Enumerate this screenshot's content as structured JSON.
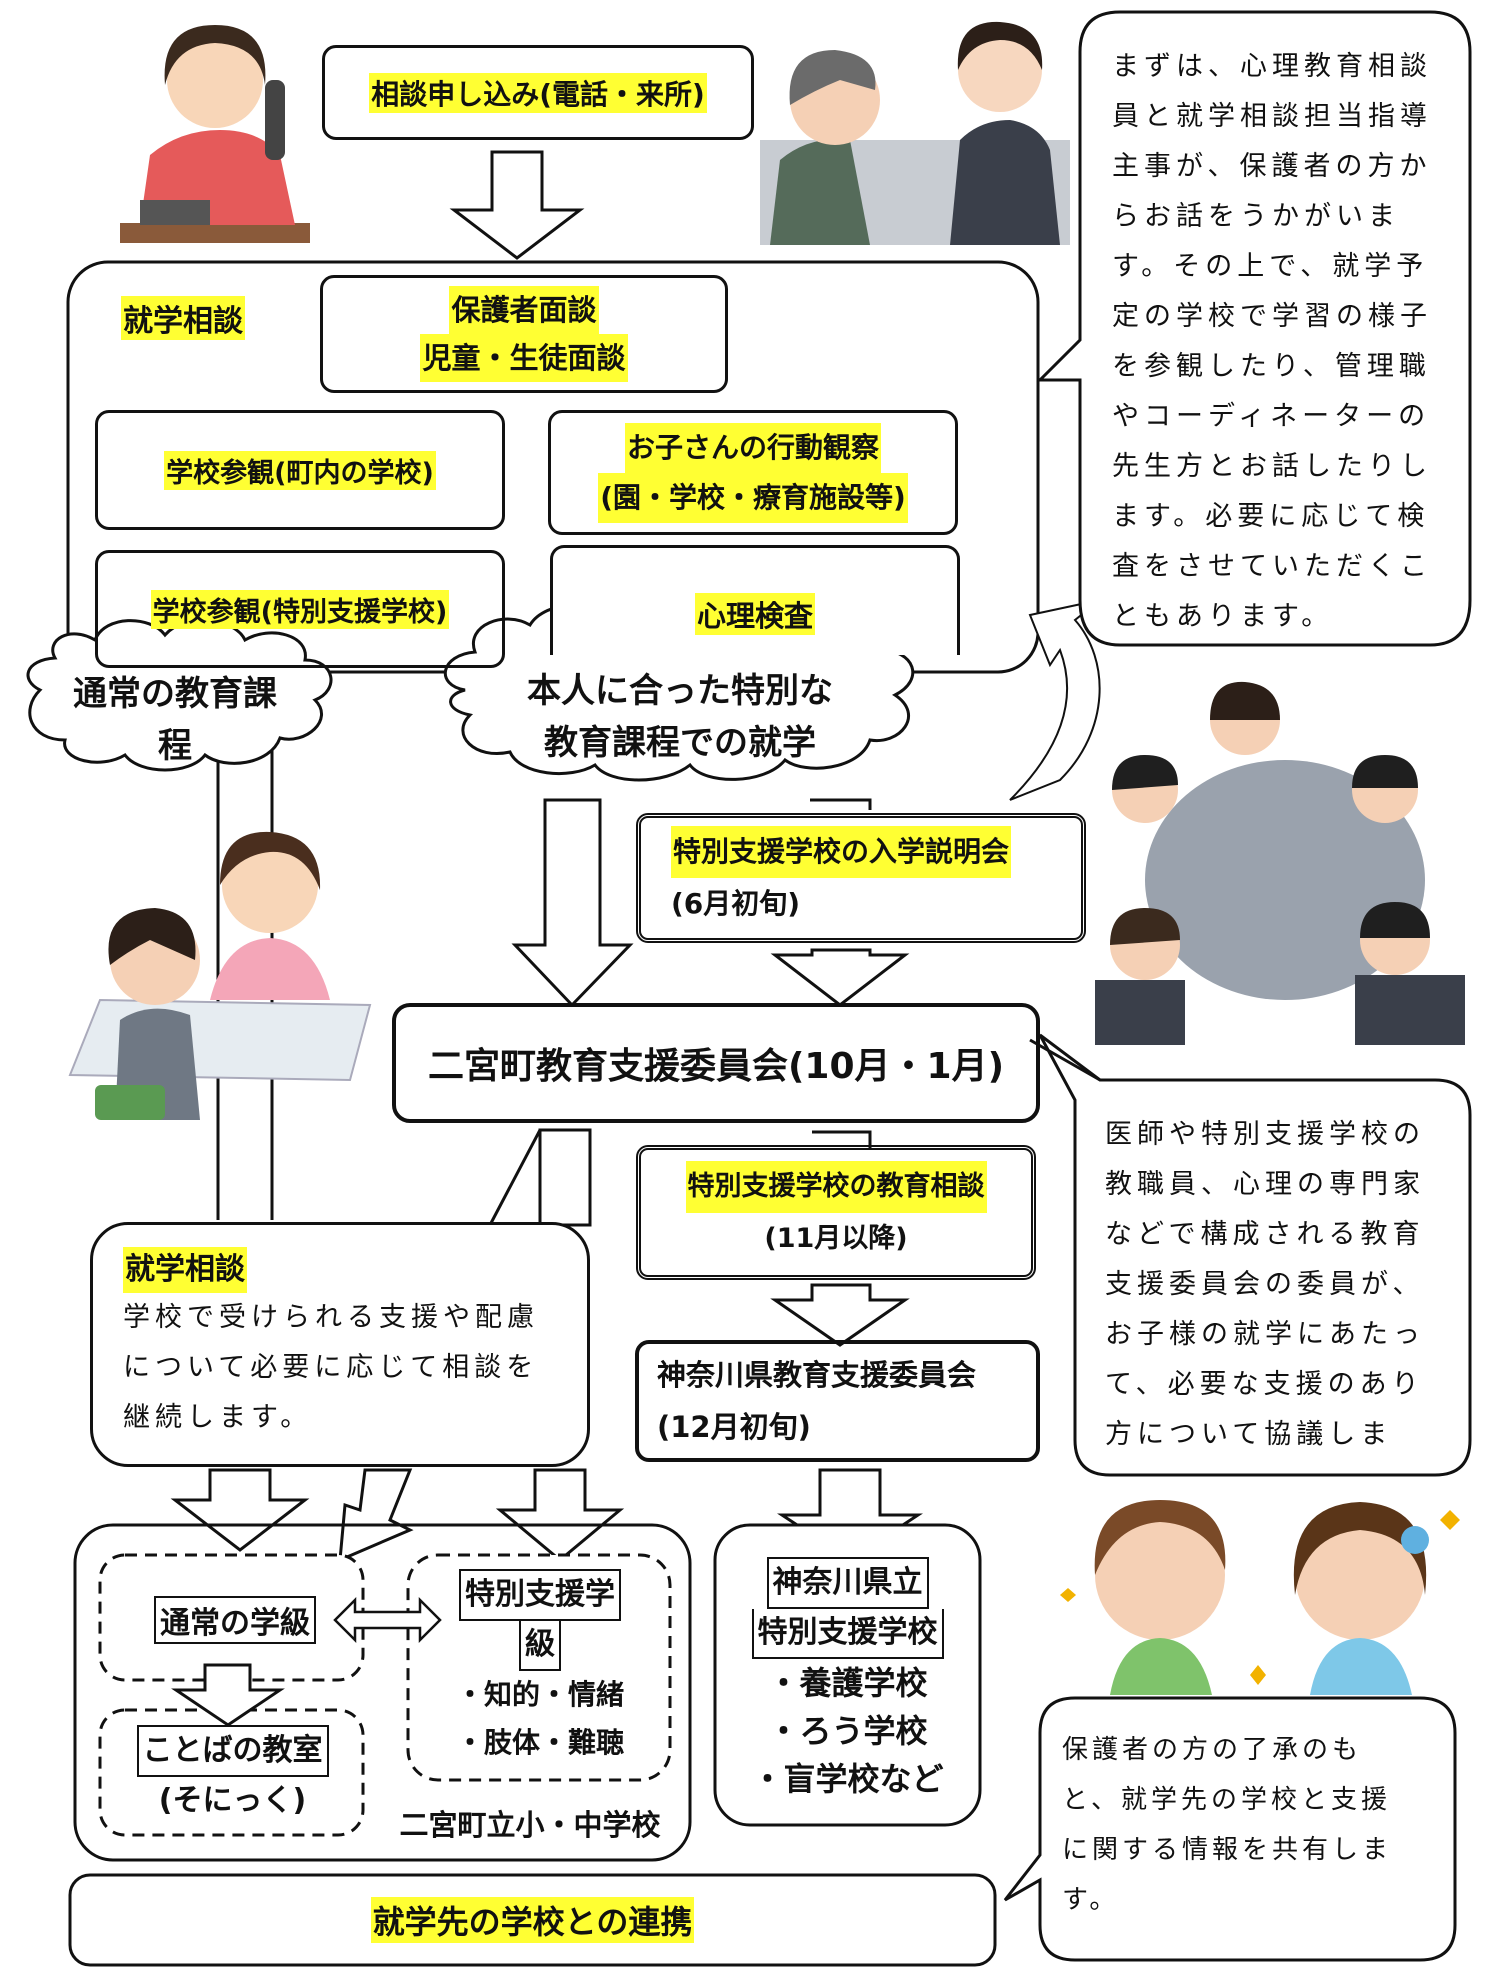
{
  "consult_request": "相談申し込み(電話・来所)",
  "shugaku_title": "就学相談",
  "interview": {
    "line1": "保護者面談",
    "line2": "児童・生徒面談"
  },
  "visit_local": "学校参観(町内の学校)",
  "observation": {
    "line1": "お子さんの行動観察",
    "line2": "(園・学校・療育施設等)"
  },
  "visit_special": "学校参観(特別支援学校)",
  "psych_test": "心理検査",
  "cloud_regular": {
    "line1": "通常の教育課",
    "line2": "程"
  },
  "cloud_special": {
    "line1": "本人に合った特別な",
    "line2": "教育課程での就学"
  },
  "briefing": {
    "line1": "特別支援学校の入学説明会",
    "line2": "(6月初旬)"
  },
  "committee": "二宮町教育支援委員会(10月・1月)",
  "special_consult": {
    "line1": "特別支援学校の教育相談",
    "line2": "(11月以降)"
  },
  "kanagawa_committee": {
    "line1": "神奈川県教育支援委員会",
    "line2": "(12月初旬)"
  },
  "continued": {
    "title": "就学相談",
    "body": [
      "学校で受けられる支援や配慮",
      "について必要に応じて相談を",
      "継続します。"
    ]
  },
  "regular_class": "通常の学級",
  "kotoba": {
    "title": "ことばの教室",
    "sub": "(そにっく)"
  },
  "special_class": {
    "title1": "特別支援学",
    "title2": "級",
    "item1": "・知的・情緒",
    "item2": "・肢体・難聴"
  },
  "town_schools": "二宮町立小・中学校",
  "pref_school": {
    "title1": "神奈川県立",
    "title2": "特別支援学校",
    "items": [
      "・養護学校",
      "・ろう学校",
      "・盲学校など"
    ]
  },
  "cooperation": "就学先の学校との連携",
  "bubble_top": [
    "まずは、心理教育相談",
    "員と就学相談担当指導",
    "主事が、保護者の方か",
    "らお話をうかがいま",
    "す。その上で、就学予",
    "定の学校で学習の様子",
    "を参観したり、管理職",
    "やコーディネーターの",
    "先生方とお話したりし",
    "ます。必要に応じて検",
    "査をさせていただくこ",
    "ともあります。"
  ],
  "bubble_mid": [
    "医師や特別支援学校の",
    "教職員、心理の専門家",
    "などで構成される教育",
    "支援委員会の委員が、",
    "お子様の就学にあたっ",
    "て、必要な支援のあり",
    "方について協議しま"
  ],
  "bubble_bottom": [
    "保護者の方の了承のも",
    "と、就学先の学校と支援",
    "に関する情報を共有しま",
    "す。"
  ],
  "colors": {
    "highlight": "#ffff33",
    "line": "#111111"
  }
}
